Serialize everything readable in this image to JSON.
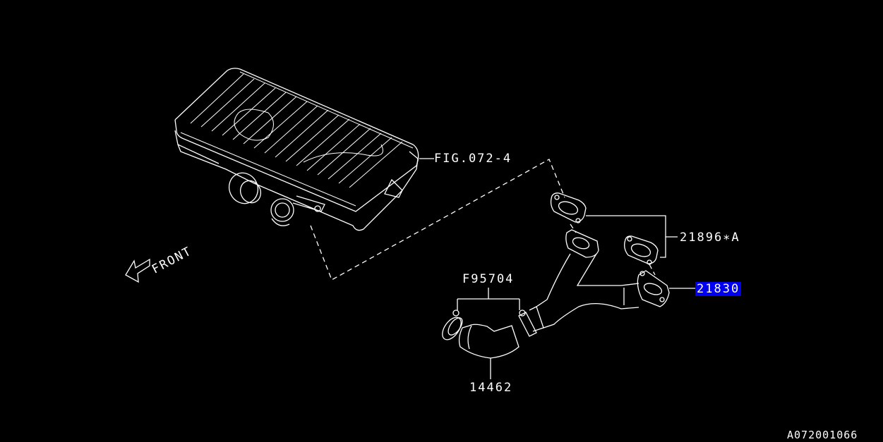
{
  "diagram": {
    "labels": {
      "fig_ref": "FIG.072-4",
      "part_21896": "21896∗A",
      "part_21830": "21830",
      "part_f95704": "F95704",
      "part_14462": "14462",
      "front": "FRONT",
      "drawing_id": "A072001066"
    },
    "highlight_color": "#0000ee",
    "line_color": "#ffffff",
    "background": "#000000",
    "parts": [
      {
        "id": "intercooler",
        "ref": "FIG.072-4"
      },
      {
        "id": "gasket",
        "ref": "21896*A"
      },
      {
        "id": "intercooler-duct",
        "ref": "21830",
        "highlighted": true
      },
      {
        "id": "hose-clamp",
        "ref": "F95704"
      },
      {
        "id": "hose",
        "ref": "14462"
      }
    ]
  }
}
